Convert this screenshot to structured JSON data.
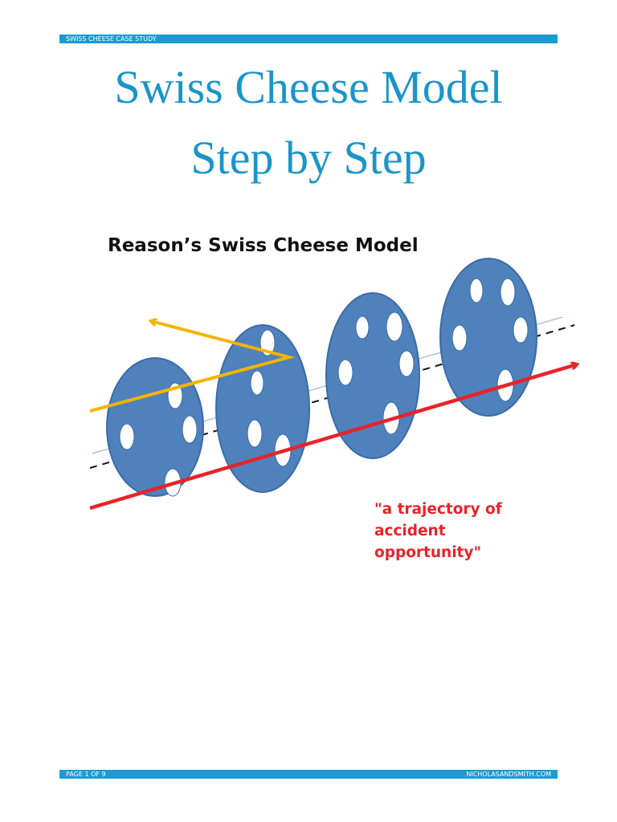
{
  "header": {
    "label": "SWISS CHEESE CASE STUDY"
  },
  "title": {
    "line1": "Swiss Cheese Model",
    "line2": "Step by Step"
  },
  "figure": {
    "title": "Reason’s Swiss Cheese Model",
    "annotation": "\"a trajectory of\naccident\nopportunity\"",
    "colors": {
      "slice_fill": "#4f81bd",
      "slice_stroke": "#3a6ba5",
      "hole_fill": "#ffffff",
      "blocked_path": "#f4b400",
      "accident_path": "#e8232a",
      "dashed_line": "#111111",
      "faint_line": "#9fb6d4"
    },
    "slices": 4
  },
  "footer": {
    "page": "PAGE 1 OF 9",
    "site": "NICHOLASANDSMITH.COM"
  }
}
